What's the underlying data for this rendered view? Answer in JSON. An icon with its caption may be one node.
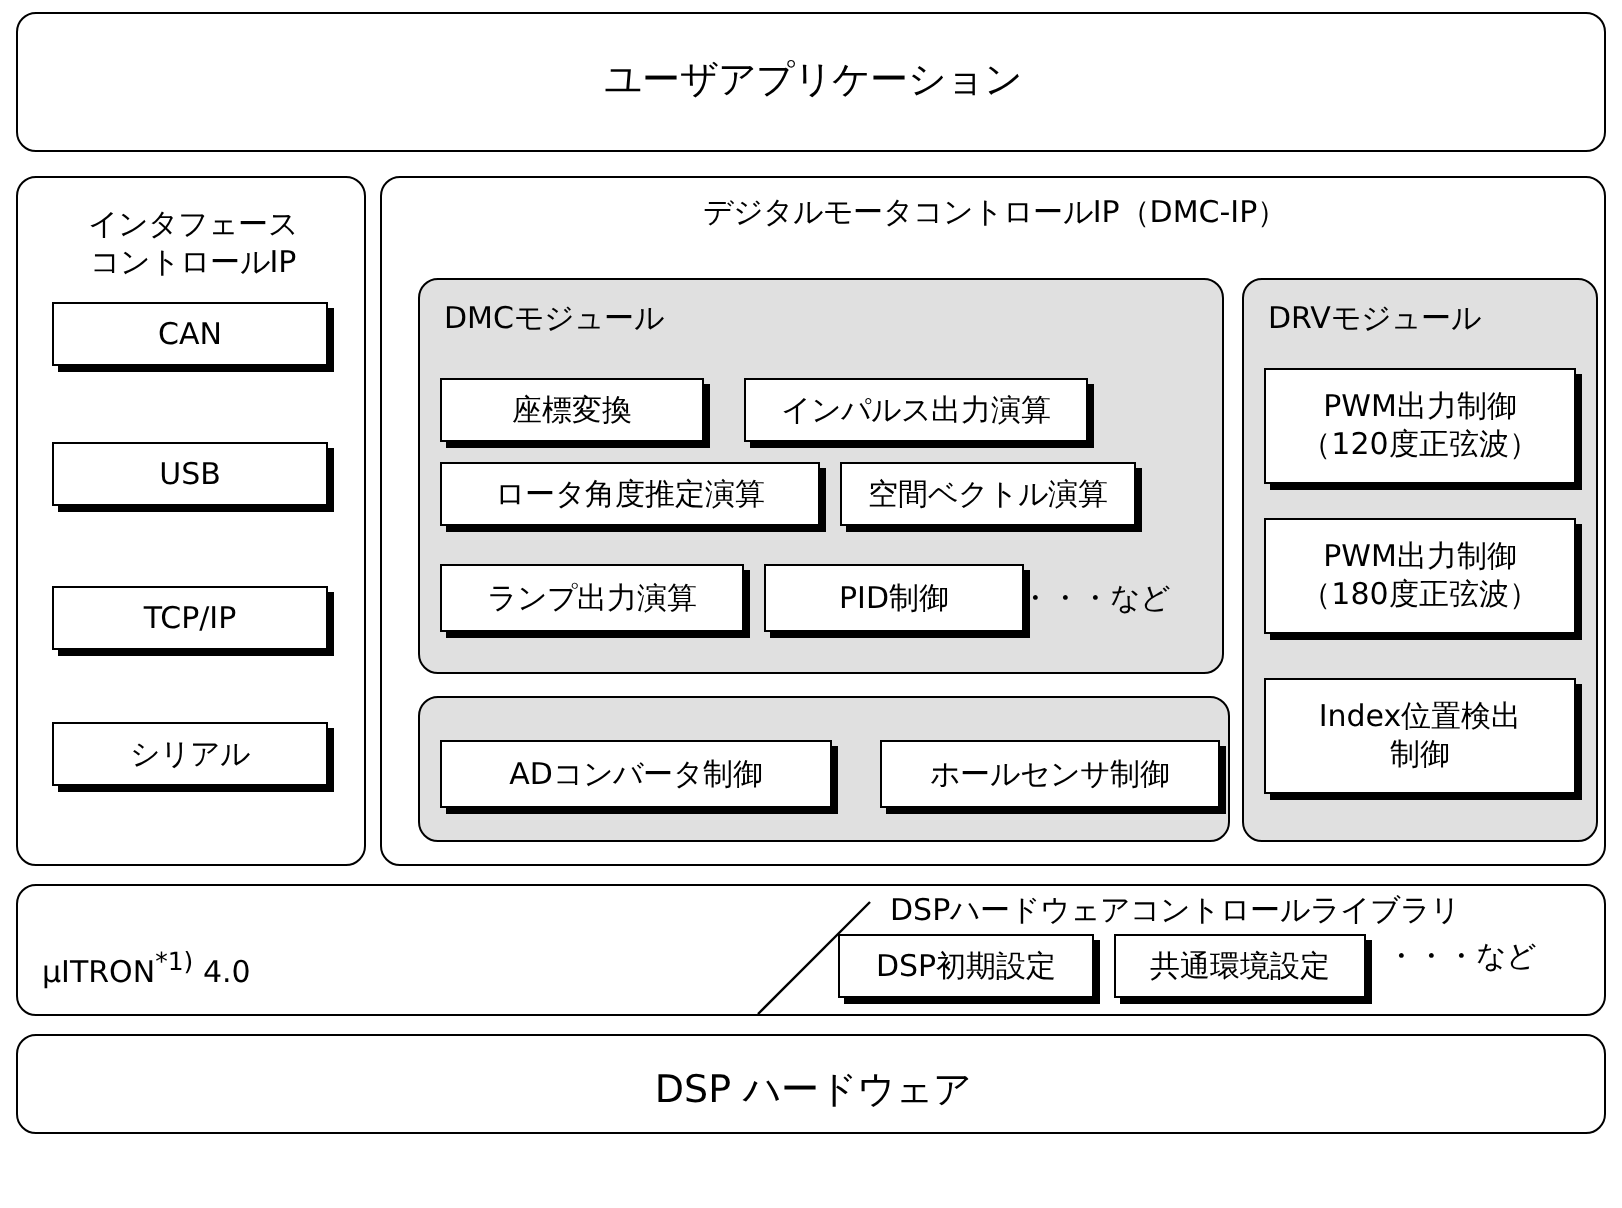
{
  "diagram": {
    "nodes": [
      {
        "text": [
          "ユーザアプリケーション"
        ]
      },
      {
        "text": [
          "インタフェースコントロールIP"
        ]
      },
      {
        "text": [
          "CAN"
        ],
        "in": 1
      },
      {
        "text": [
          "USB"
        ],
        "in": 1
      },
      {
        "text": [
          "TCP/IP"
        ],
        "in": 1
      },
      {
        "text": [
          "シリアル"
        ],
        "in": 1
      },
      {
        "text": [
          "デジタルモータコントロールIP（DMC-IP）"
        ]
      },
      {
        "text": [
          "DMCモジュール",
          "・・・など"
        ],
        "in": 6
      },
      {
        "text": [
          "座標変換"
        ],
        "in": 7
      },
      {
        "text": [
          "インパルス出力演算"
        ],
        "in": 7
      },
      {
        "text": [
          "ロータ角度推定演算"
        ],
        "in": 7
      },
      {
        "text": [
          "空間ベクトル演算"
        ],
        "in": 7
      },
      {
        "text": [
          "ランプ出力演算"
        ],
        "in": 7
      },
      {
        "text": [
          "PID制御"
        ],
        "in": 7
      },
      {
        "text": [
          "DRVモジュール"
        ],
        "in": 6
      },
      {
        "text": [
          "PWM出力制御（120度正弦波）"
        ],
        "in": 14
      },
      {
        "text": [
          "PWM出力制御（180度正弦波）"
        ],
        "in": 14
      },
      {
        "text": [],
        "shape": "box",
        "in": 6
      },
      {
        "text": [
          "ADコンバータ制御"
        ],
        "in": 17
      },
      {
        "text": [
          "ホールセンサ制御"
        ],
        "in": 17
      },
      {
        "text": [
          "Index位置検出制御"
        ],
        "in": 14
      },
      {
        "text": [
          "μITRON$^{*1)}$ 4.0",
          "DSPハードウェアコントロールライブラリ",
          "・・・など"
        ]
      },
      {
        "text": [
          "DSP初期設定"
        ],
        "in": 21
      },
      {
        "text": [
          "共通環境設定"
        ],
        "in": 21
      },
      {
        "text": [
          "DSP ハードウェア"
        ]
      }
    ]
  }
}
